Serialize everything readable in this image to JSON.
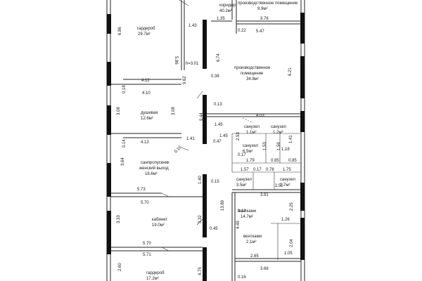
{
  "rooms": {
    "gardarob_top": {
      "name": "гардероб",
      "area": "29.7м²"
    },
    "koridor": {
      "name": "коридор",
      "area": "40.2м²"
    },
    "proizv_small": {
      "name": "производственное помещение",
      "area": "9.9м²"
    },
    "proizv_large": {
      "name_line1": "производственное",
      "name_line2": "помещение",
      "area": "34.8м²"
    },
    "dushevaya": {
      "name": "душевая",
      "area": "12.6м²"
    },
    "sanpropusknik": {
      "name_line1": "санпропускник",
      "name_line2": "женский выход",
      "area": "18.6м²"
    },
    "sanuzel_1": {
      "name": "санузел",
      "area": "1.1м²"
    },
    "sanuzel_2": {
      "name": "санузел",
      "area": "1.2м²"
    },
    "sanuzel_3": {
      "name": "санузел",
      "area": "6.5м²"
    },
    "sanuzel_4": {
      "name": "санузел",
      "area": "3.5м²"
    },
    "sanuzel_5": {
      "name": "санузел",
      "area": "1.7м²"
    },
    "kabinet": {
      "name": "кабинет",
      "area": "19.0м²"
    },
    "ventkamera_1": {
      "name": "вентками",
      "area": "14.7м²"
    },
    "ventkamera_2": {
      "name": "вентками",
      "area": "2.1м²"
    },
    "gardarob_bottom": {
      "name": "гардероб",
      "area": "17.2м²"
    }
  },
  "ceiling_height": "h=3.01",
  "dimensions": {
    "d_6_86": "6.86",
    "d_5_86": "5.86",
    "d_1_43": "1.43",
    "d_1_35": "1.35",
    "d_3_76": "3.76",
    "d_0_22": "0.22",
    "d_5_47": "5.47",
    "d_6_74": "6.74",
    "d_9_62": "9.62",
    "d_0_38": "0.38",
    "d_6_21": "6.21",
    "d_4_12": "4.12",
    "d_0_18a": "0.18",
    "d_4_10": "4.10",
    "d_3_08a": "3.08",
    "d_3_08b": "3.08",
    "d_9_44": "9.44",
    "d_1_45a": "1.45",
    "d_4_03": "4.03",
    "d_4_13": "4.13",
    "d_0_14": "0.14",
    "d_1_41": "1.41",
    "d_1_45b": "1.45",
    "d_0_47": "0.47",
    "d_2_53": "2.53",
    "d_0_10": "0.10",
    "d_1_59": "1.59",
    "d_1_41b": "1.41",
    "d_0_17a": "0.17",
    "d_1_79": "1.79",
    "d_0_85a": "0.85",
    "d_1_18": "1.18",
    "d_0_85b": "0.85",
    "d_3_64": "3.64",
    "d_1_57": "1.57",
    "d_0_17b": "0.17",
    "d_0_78": "0.78",
    "d_1_40": "1.40",
    "d_2_50": "2.50",
    "d_5_73": "5.73",
    "d_3_91": "3.91",
    "d_13_89": "13.89",
    "d_5_70a": "5.70",
    "d_0_13": "0.13",
    "d_2_25": "2.25",
    "d_3_33": "3.33",
    "d_3_32": "3.32",
    "d_4_49": "4.49",
    "d_1_26": "1.26",
    "d_0_45": "0.45",
    "d_2_04": "2.04",
    "d_5_70b": "5.70",
    "d_5_71": "5.71",
    "d_1_05": "1.05",
    "d_2_65": "2.65",
    "d_2_60": "2.60",
    "d_4_75": "4.75",
    "d_3_68": "3.68",
    "d_0_16": "0.16",
    "d_0_15": "0.15",
    "d_0_13b": "0.13",
    "d_1_53": "1.53",
    "d_1_75": "1.75"
  }
}
